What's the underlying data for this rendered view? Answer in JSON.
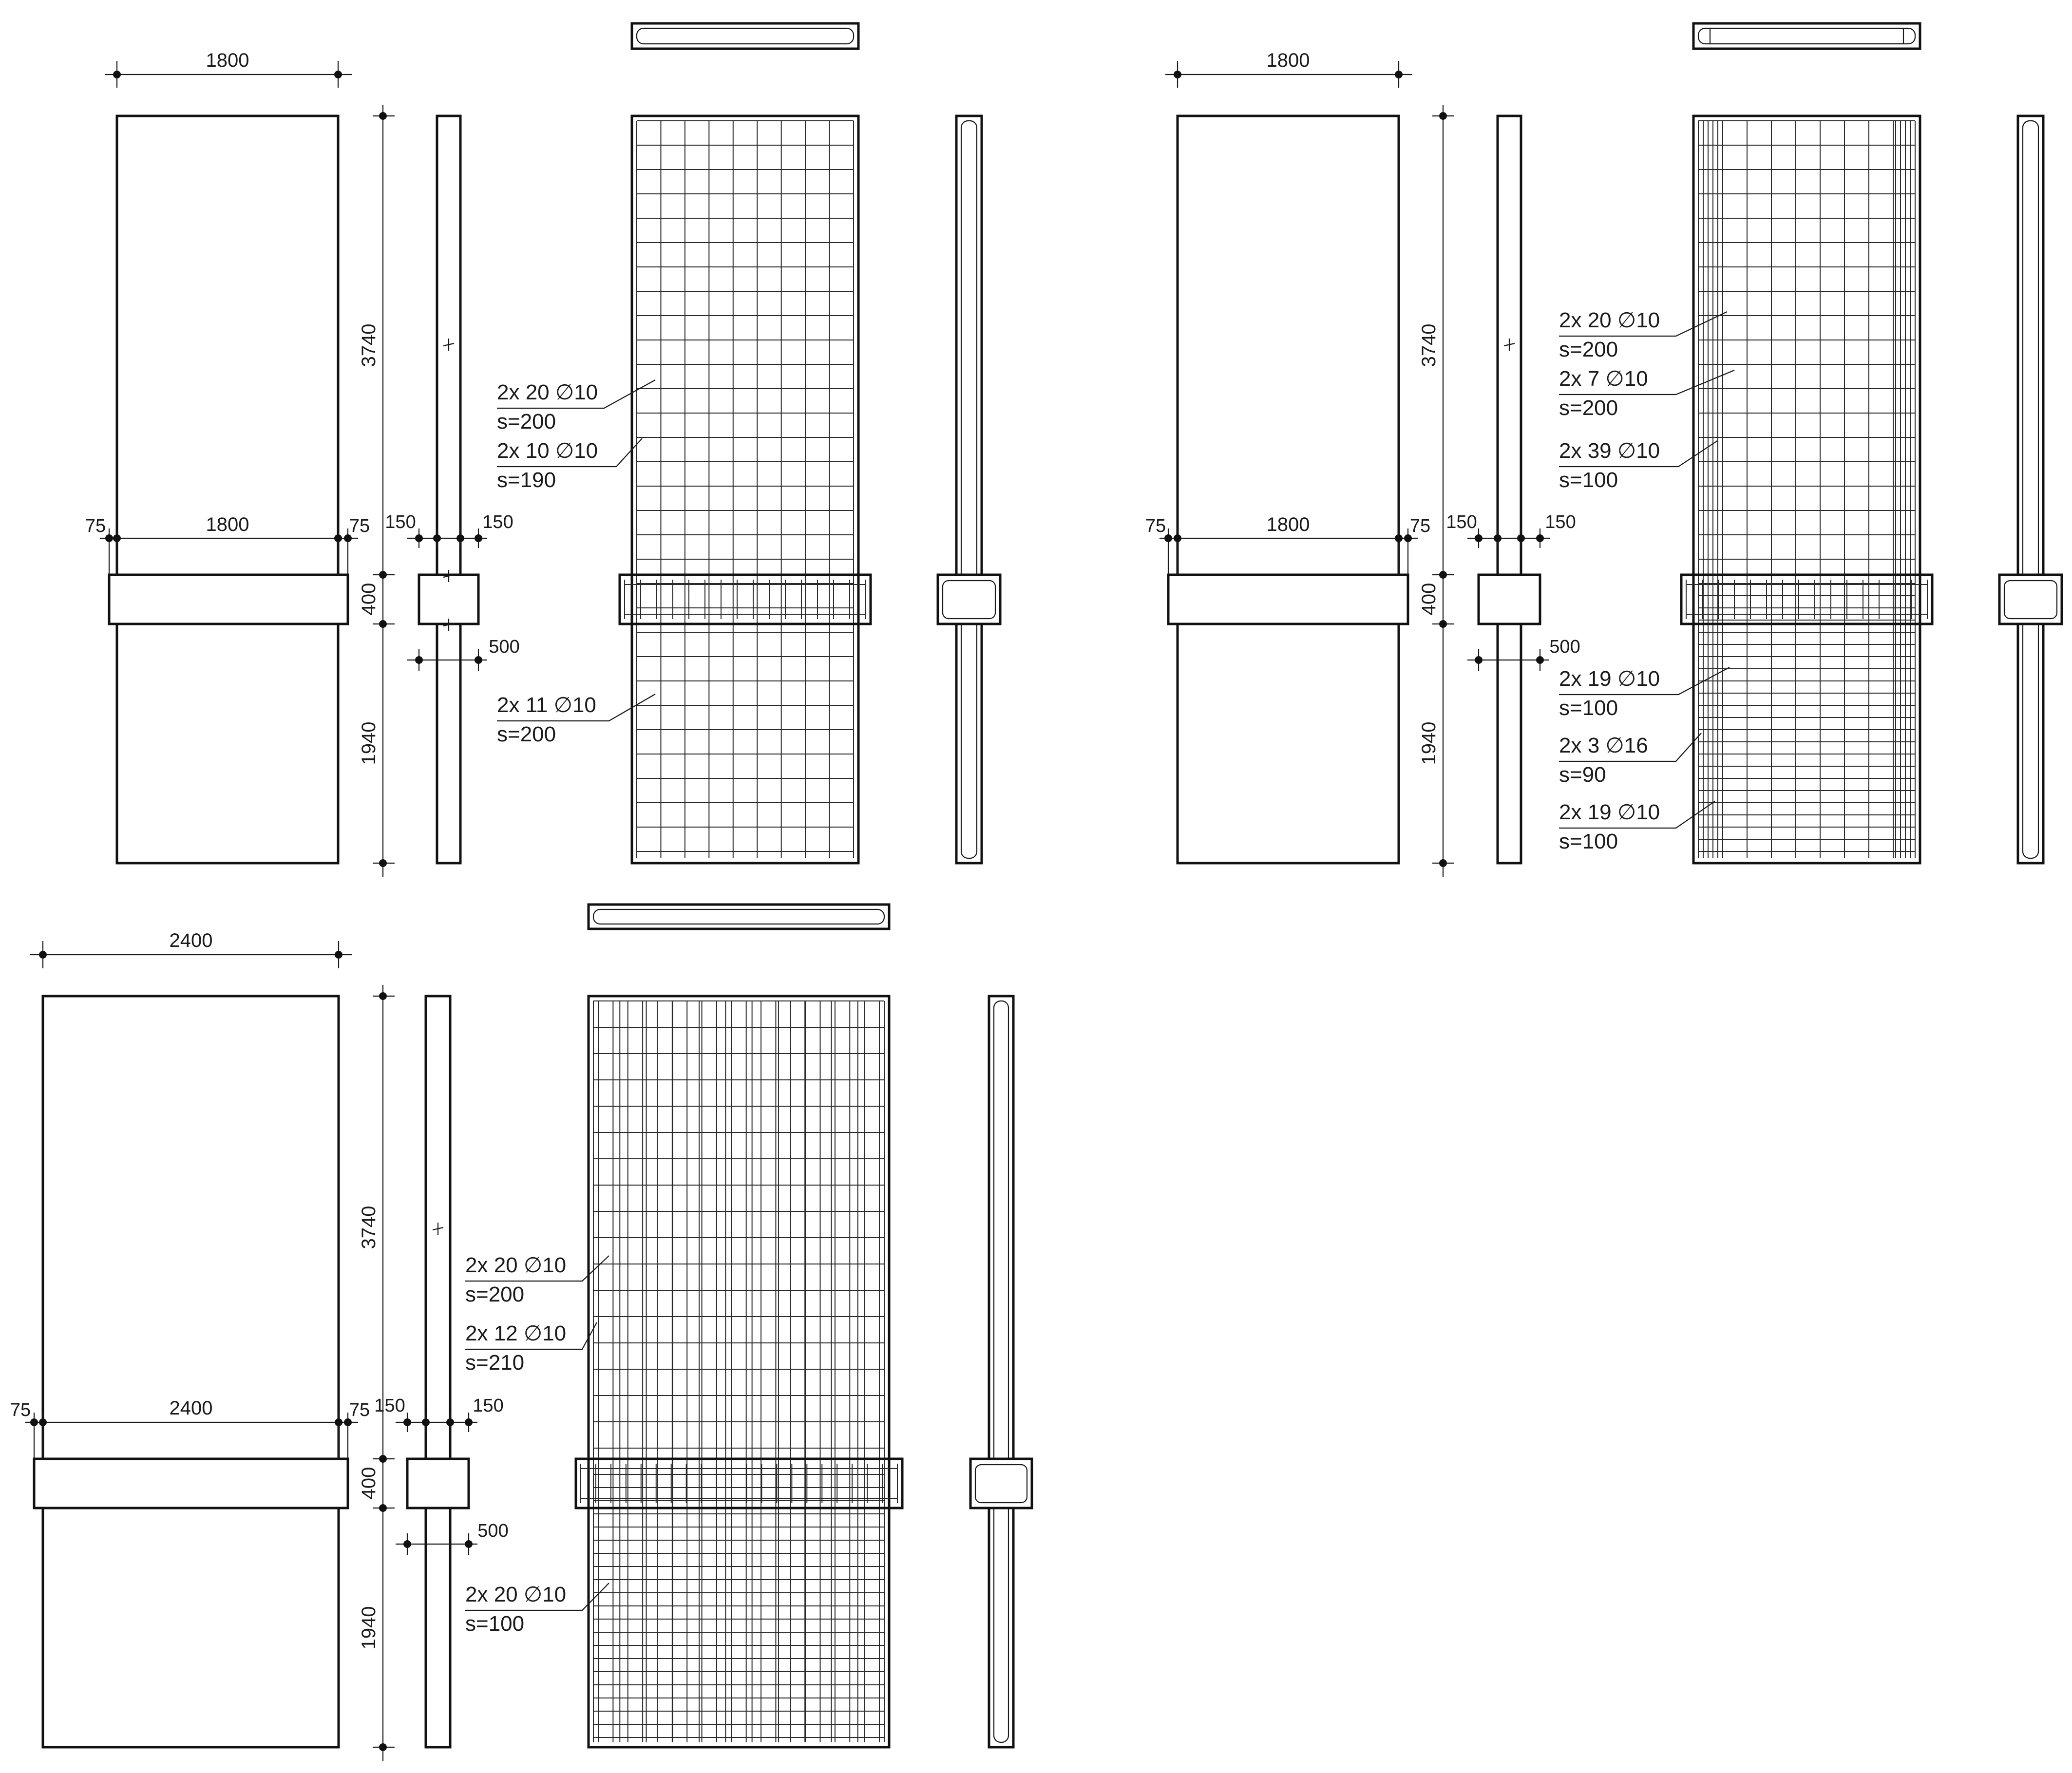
{
  "colors": {
    "ink": "#1a1a1a",
    "paper": "#ffffff"
  },
  "panels": [
    {
      "id": "panel-1",
      "dims": {
        "top_width": "1800",
        "beam_width": "1800",
        "overhang_left": "75",
        "overhang_right": "75",
        "upper_height": "3740",
        "beam_height": "400",
        "lower_height": "1940",
        "section_left": "150",
        "section_right": "150",
        "section_depth": "500"
      },
      "rebar_notes": [
        {
          "count": "2x 20 ∅10",
          "spacing": "s=200"
        },
        {
          "count": "2x 10 ∅10",
          "spacing": "s=190"
        },
        {
          "count": "2x 11 ∅10",
          "spacing": "s=200"
        }
      ]
    },
    {
      "id": "panel-2",
      "dims": {
        "top_width": "1800",
        "beam_width": "1800",
        "overhang_left": "75",
        "overhang_right": "75",
        "upper_height": "3740",
        "beam_height": "400",
        "lower_height": "1940",
        "section_left": "150",
        "section_right": "150",
        "section_depth": "500"
      },
      "rebar_notes": [
        {
          "count": "2x 20 ∅10",
          "spacing": "s=200"
        },
        {
          "count": "2x 7 ∅10",
          "spacing": "s=200"
        },
        {
          "count": "2x 39 ∅10",
          "spacing": "s=100"
        },
        {
          "count": "2x 19 ∅10",
          "spacing": "s=100"
        },
        {
          "count": "2x 3 ∅16",
          "spacing": "s=90"
        },
        {
          "count": "2x 19 ∅10",
          "spacing": "s=100"
        }
      ]
    },
    {
      "id": "panel-3",
      "dims": {
        "top_width": "2400",
        "beam_width": "2400",
        "overhang_left": "75",
        "overhang_right": "75",
        "upper_height": "3740",
        "beam_height": "400",
        "lower_height": "1940",
        "section_left": "150",
        "section_right": "150",
        "section_depth": "500"
      },
      "rebar_notes": [
        {
          "count": "2x 20 ∅10",
          "spacing": "s=200"
        },
        {
          "count": "2x 12 ∅10",
          "spacing": "s=210"
        },
        {
          "count": "2x 20 ∅10",
          "spacing": "s=100"
        }
      ]
    }
  ]
}
